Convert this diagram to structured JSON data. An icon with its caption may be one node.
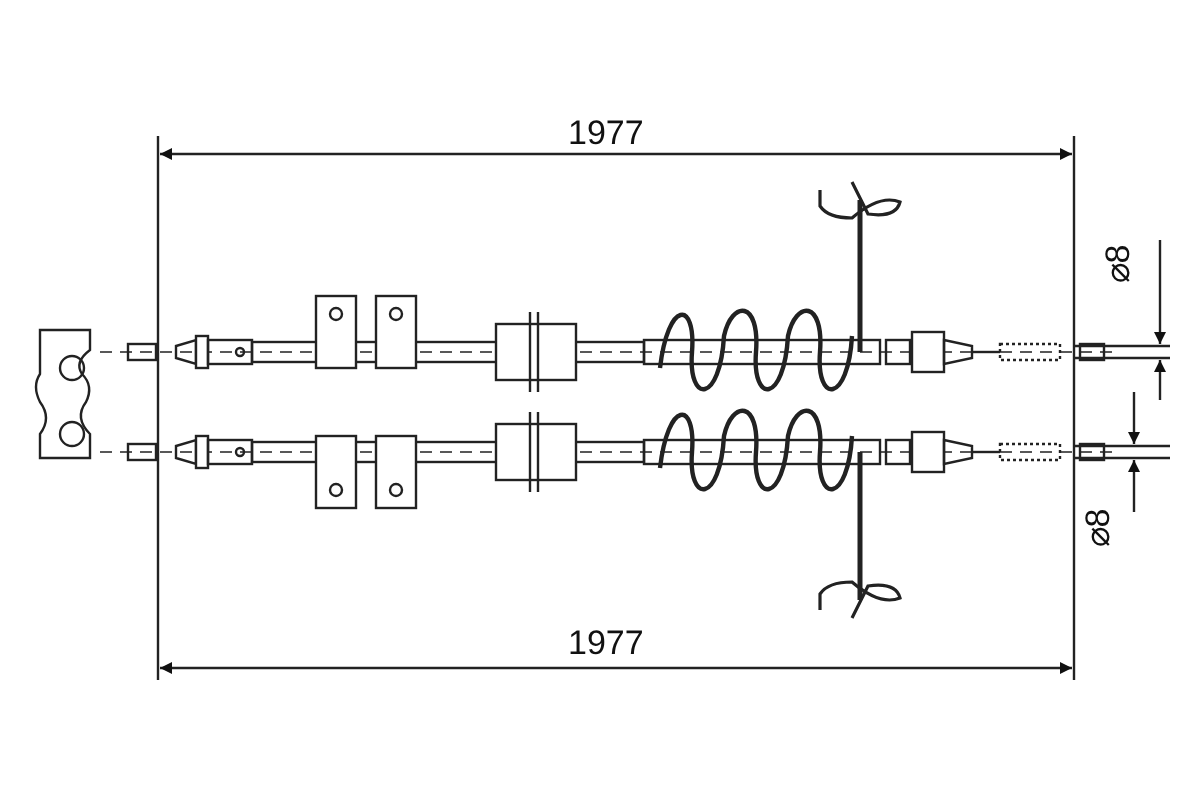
{
  "diagram": {
    "labels": [
      "1977",
      "⌀8",
      "⌀8",
      "1977"
    ]
  }
}
